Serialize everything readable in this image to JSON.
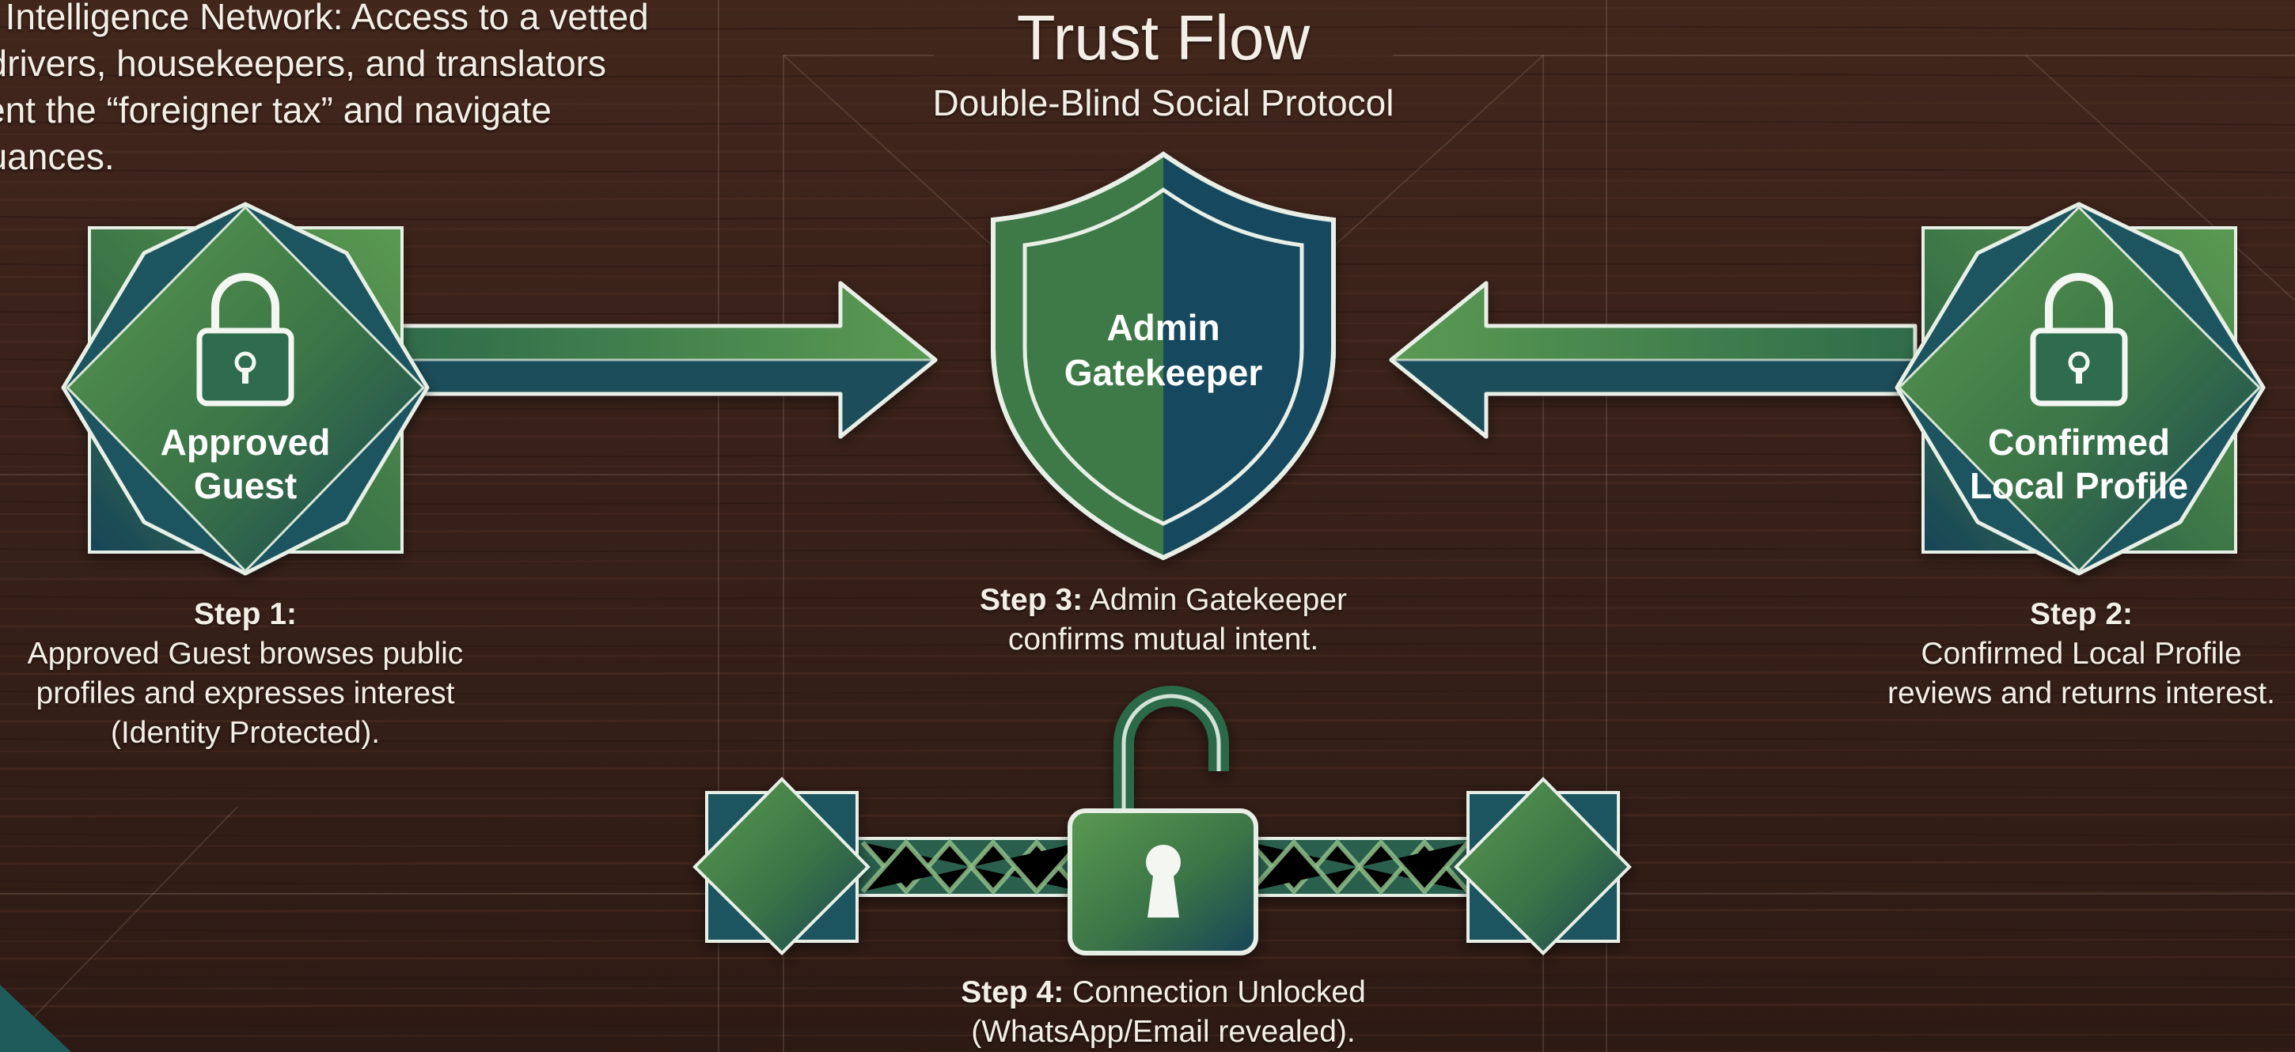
{
  "intro_text": "al Intelligence Network: Access to a vetted\nf drivers, housekeepers, and translators\nvent the “foreigner tax” and navigate\nnuances.",
  "intro_lines": [
    "al Intelligence Network: Access to a vetted",
    "f drivers, housekeepers, and translators",
    "vent the “foreigner tax” and navigate",
    "nuances."
  ],
  "title": "Trust Flow",
  "subtitle": "Double-Blind Social Protocol",
  "nodes": {
    "guest": {
      "line1": "Approved",
      "line2": "Guest"
    },
    "local": {
      "line1": "Confirmed",
      "line2": "Local Profile"
    },
    "admin": {
      "line1": "Admin",
      "line2": "Gatekeeper"
    }
  },
  "steps": {
    "step1": {
      "label": "Step 1:",
      "lines": [
        "Approved Guest browses public",
        "profiles and expresses interest",
        "(Identity Protected)."
      ]
    },
    "step2": {
      "label": "Step 2:",
      "lines": [
        "Confirmed Local Profile",
        "reviews and returns interest."
      ]
    },
    "step3": {
      "label": "Step 3:",
      "line1": " Admin Gatekeeper",
      "line2": "confirms mutual intent."
    },
    "step4": {
      "label": "Step 4:",
      "line1": " Connection Unlocked",
      "line2": "(WhatsApp/Email revealed)."
    }
  },
  "colors": {
    "background": "#3a2118",
    "green_light": "#4f8f4a",
    "green_mid": "#3a7245",
    "teal_dark": "#17475a",
    "outline": "#e8efe6"
  },
  "icons": [
    "padlock-icon",
    "padlock-icon",
    "open-padlock-icon",
    "shield-icon",
    "arrow-right-icon",
    "arrow-left-icon"
  ]
}
